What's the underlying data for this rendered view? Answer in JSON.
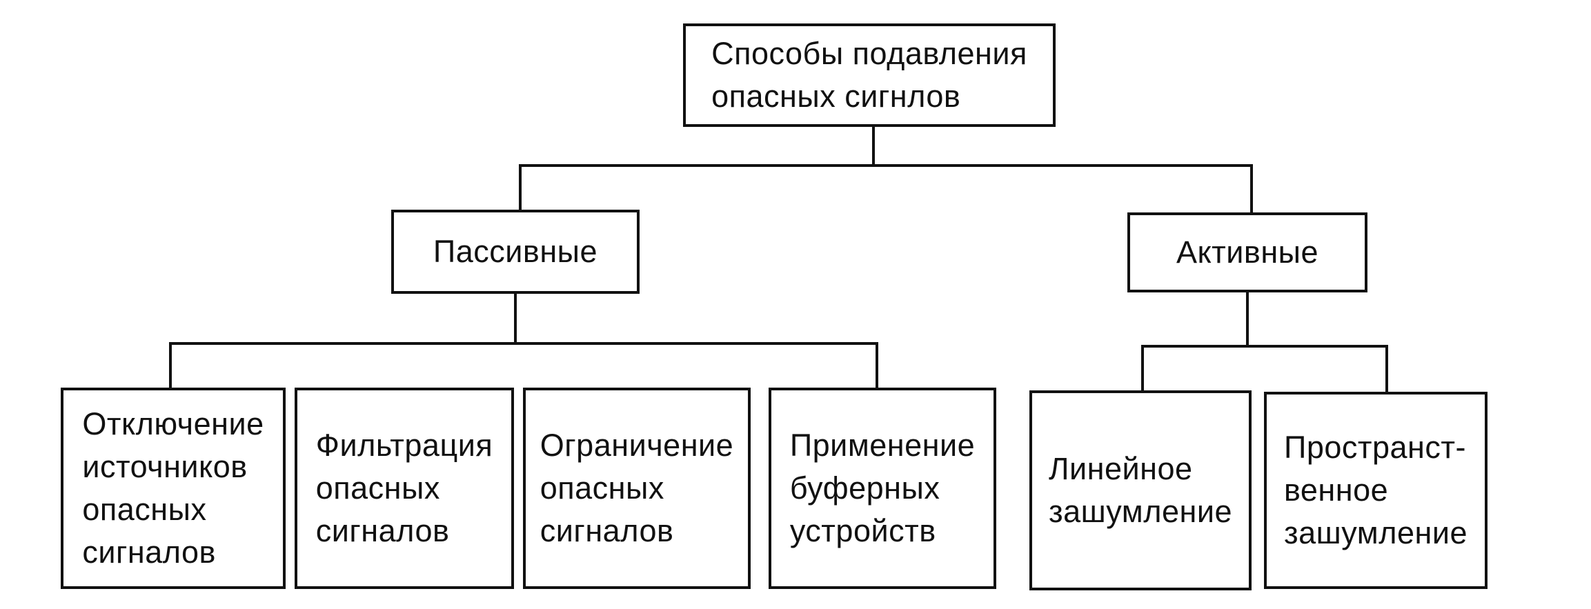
{
  "root": {
    "lines": [
      "Способы подавления",
      "опасных сигнлов"
    ]
  },
  "passive": {
    "label": "Пассивные",
    "children": [
      {
        "lines": [
          "Отключение",
          "источников",
          "опасных",
          "сигналов"
        ]
      },
      {
        "lines": [
          "Фильтрация",
          "опасных",
          "сигналов"
        ]
      },
      {
        "lines": [
          "Ограничение",
          "опасных",
          "сигналов"
        ]
      },
      {
        "lines": [
          "Применение",
          "буферных",
          "устройств"
        ]
      }
    ]
  },
  "active": {
    "label": "Активные",
    "children": [
      {
        "lines": [
          "Линейное",
          "зашумление"
        ]
      },
      {
        "lines": [
          "Пространст-",
          "венное",
          "зашумление"
        ]
      }
    ]
  }
}
